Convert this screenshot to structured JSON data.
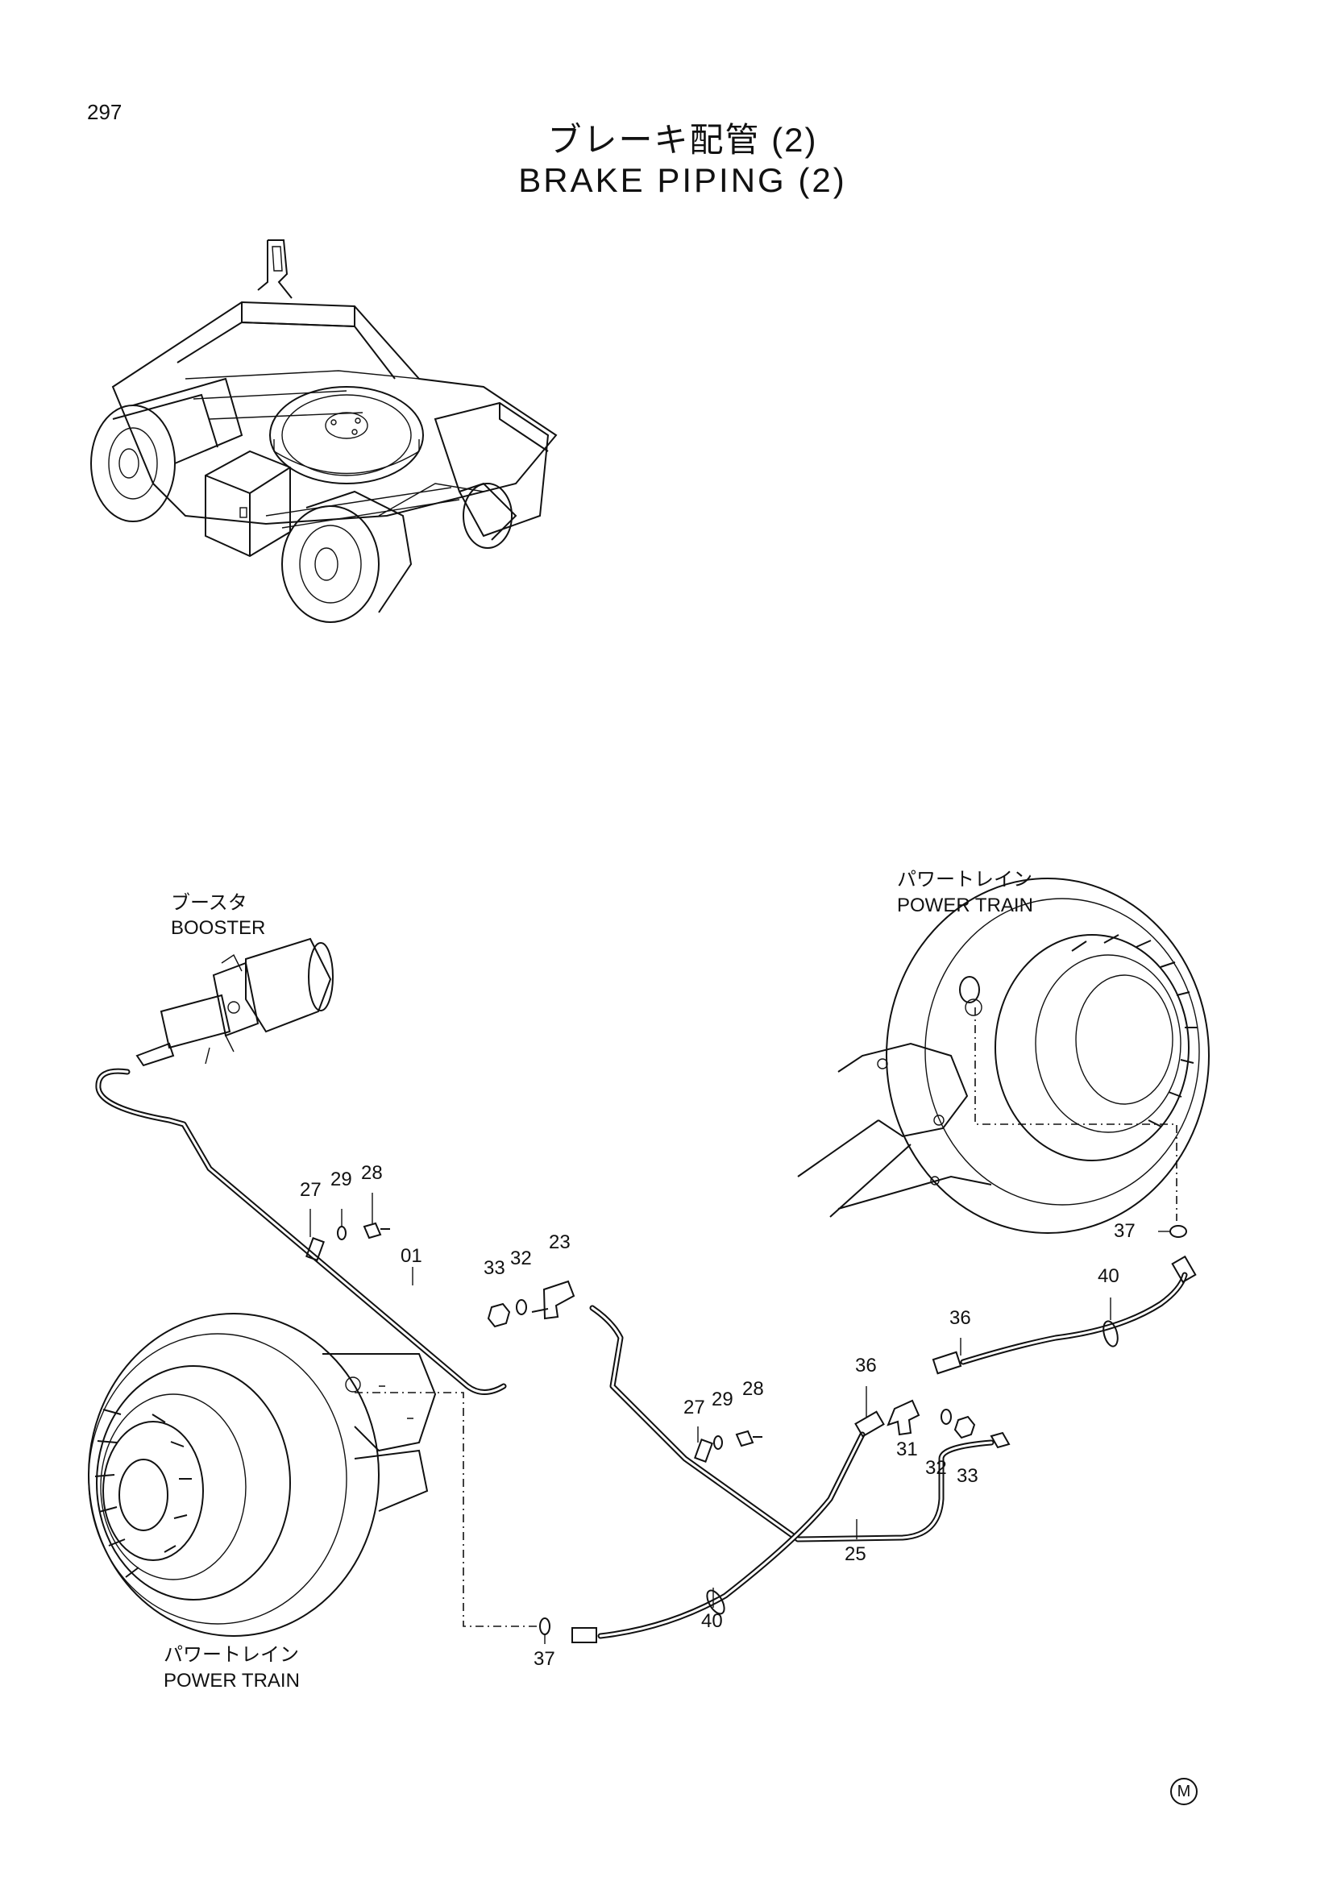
{
  "page": {
    "number": "297"
  },
  "title": {
    "japanese": "ブレーキ配管 (2)",
    "english": "BRAKE PIPING (2)"
  },
  "labels": {
    "booster_jp": "ブースタ",
    "booster_en": "BOOSTER",
    "power_train_right_jp": "パワートレイン",
    "power_train_right_en": "POWER TRAIN",
    "power_train_left_jp": "パワートレイン",
    "power_train_left_en": "POWER TRAIN"
  },
  "callouts": {
    "c27a": "27",
    "c29a": "29",
    "c28a": "28",
    "c01": "01",
    "c33a": "33",
    "c32a": "32",
    "c23": "23",
    "c37a": "37",
    "c40a": "40",
    "c36a": "36",
    "c36b": "36",
    "c27b": "27",
    "c29b": "29",
    "c28b": "28",
    "c31": "31",
    "c32b": "32",
    "c33b": "33",
    "c25": "25",
    "c40b": "40",
    "c37b": "37"
  },
  "footer": {
    "mark": "M"
  }
}
